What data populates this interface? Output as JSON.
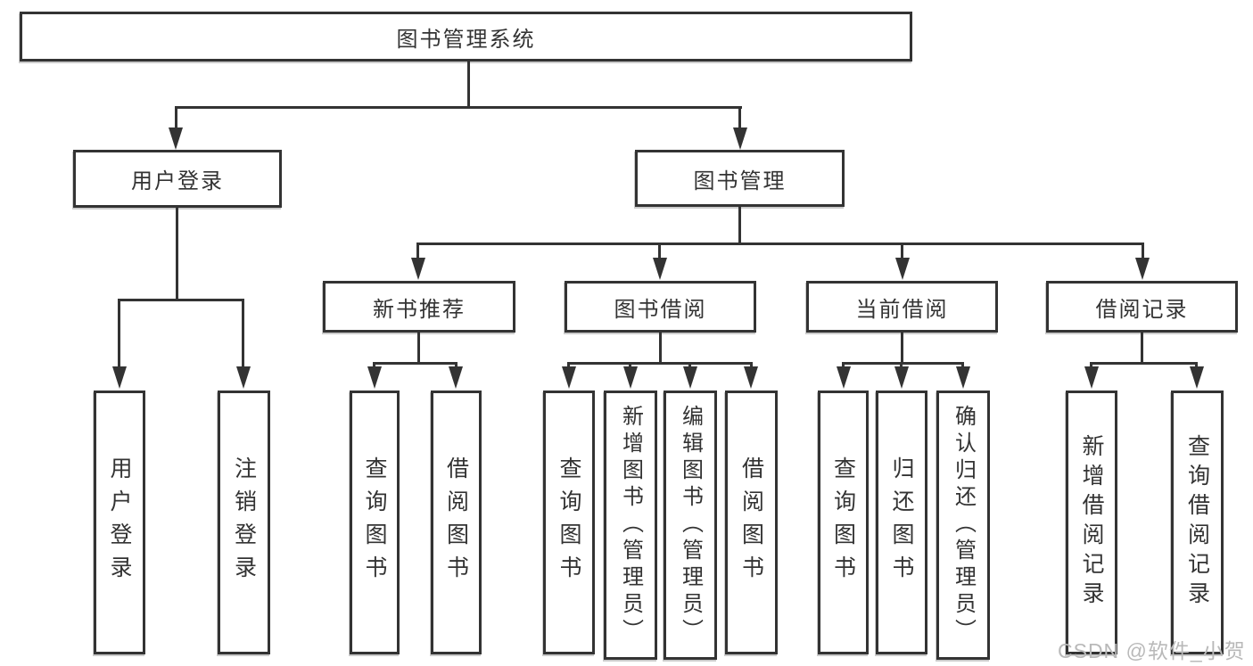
{
  "diagram": {
    "title_node": {
      "label": "图书管理系统"
    },
    "level2": [
      {
        "label": "用户登录"
      },
      {
        "label": "图书管理"
      }
    ],
    "level3": [
      {
        "label": "新书推荐",
        "parent": "图书管理"
      },
      {
        "label": "图书借阅",
        "parent": "图书管理"
      },
      {
        "label": "当前借阅",
        "parent": "图书管理"
      },
      {
        "label": "借阅记录",
        "parent": "图书管理"
      }
    ],
    "leaves": [
      {
        "label": "用户登录",
        "parent": "用户登录"
      },
      {
        "label": "注销登录",
        "parent": "用户登录"
      },
      {
        "label": "查询图书",
        "parent": "新书推荐"
      },
      {
        "label": "借阅图书",
        "parent": "新书推荐"
      },
      {
        "label": "查询图书",
        "parent": "图书借阅"
      },
      {
        "label": "新增图书（管理员）",
        "parent": "图书借阅"
      },
      {
        "label": "编辑图书（管理员）",
        "parent": "图书借阅"
      },
      {
        "label": "借阅图书",
        "parent": "图书借阅"
      },
      {
        "label": "查询图书",
        "parent": "当前借阅"
      },
      {
        "label": "归还图书",
        "parent": "当前借阅"
      },
      {
        "label": "确认归还（管理员）",
        "parent": "当前借阅"
      },
      {
        "label": "新增借阅记录",
        "parent": "借阅记录"
      },
      {
        "label": "查询借阅记录",
        "parent": "借阅记录"
      }
    ],
    "watermark": "CSDN @软件_小贺同学",
    "colors": {
      "line": "#333333",
      "text": "#333333",
      "box_background": "#ffffff",
      "page_background": "#ffffff",
      "watermark": "#b9b9b9"
    }
  }
}
